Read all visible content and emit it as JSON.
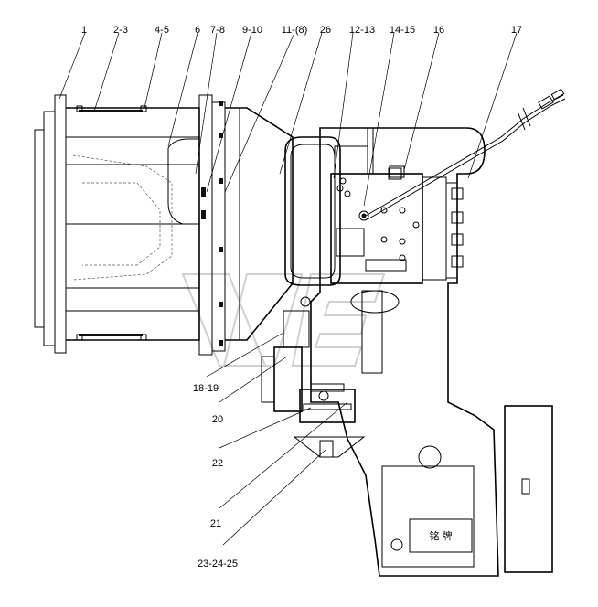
{
  "diagram": {
    "callouts": [
      {
        "id": "c1",
        "text": "1"
      },
      {
        "id": "c2",
        "text": "2-3"
      },
      {
        "id": "c3",
        "text": "4-5"
      },
      {
        "id": "c4",
        "text": "6"
      },
      {
        "id": "c5",
        "text": "7-8"
      },
      {
        "id": "c6",
        "text": "9-10"
      },
      {
        "id": "c7",
        "text": "11-(8)"
      },
      {
        "id": "c8",
        "text": "26"
      },
      {
        "id": "c9",
        "text": "12-13"
      },
      {
        "id": "c10",
        "text": "14-15"
      },
      {
        "id": "c11",
        "text": "16"
      },
      {
        "id": "c12",
        "text": "17"
      },
      {
        "id": "c13",
        "text": "18-19"
      },
      {
        "id": "c14",
        "text": "20"
      },
      {
        "id": "c15",
        "text": "22"
      },
      {
        "id": "c16",
        "text": "21"
      },
      {
        "id": "c17",
        "text": "23-24-25"
      }
    ],
    "nameplate_text": "铭 牌"
  }
}
